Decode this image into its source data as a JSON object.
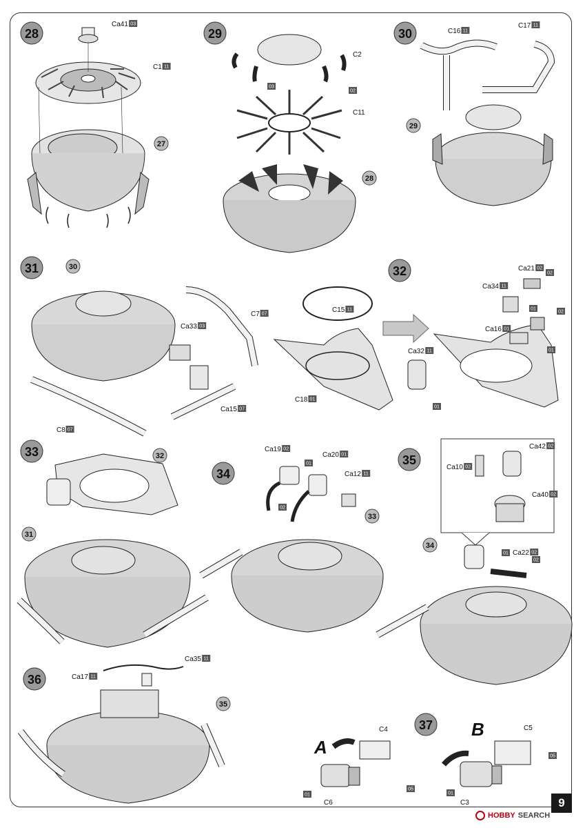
{
  "page_number": "9",
  "watermark": {
    "text": "HOBBY SEARCH",
    "part1": "HOBBY",
    "part2": "SEARCH"
  },
  "steps": [
    {
      "num": "28",
      "parts": [
        {
          "code": "Ca41",
          "color": "03"
        },
        {
          "code": "C1",
          "color": "11"
        }
      ],
      "refs": [
        "27"
      ]
    },
    {
      "num": "29",
      "parts": [
        {
          "code": "C2",
          "color": ""
        },
        {
          "code": "C11",
          "color": ""
        }
      ],
      "colors": [
        "03",
        "02"
      ],
      "refs": [
        "28"
      ]
    },
    {
      "num": "30",
      "parts": [
        {
          "code": "C16",
          "color": "11"
        },
        {
          "code": "C17",
          "color": "11"
        }
      ],
      "refs": [
        "29"
      ]
    },
    {
      "num": "31",
      "parts": [
        {
          "code": "C7",
          "color": "07"
        },
        {
          "code": "Ca33",
          "color": "03"
        },
        {
          "code": "Ca15",
          "color": "07"
        },
        {
          "code": "C8",
          "color": "07"
        }
      ],
      "refs": [
        "30"
      ]
    },
    {
      "num": "32",
      "parts": [
        {
          "code": "C15",
          "color": "11"
        },
        {
          "code": "C18",
          "color": "01"
        },
        {
          "code": "Ca21",
          "color": "02"
        },
        {
          "code": "Ca34",
          "color": "11"
        },
        {
          "code": "Ca16",
          "color": "01"
        },
        {
          "code": "Ca32",
          "color": "11"
        }
      ],
      "colors": [
        "01",
        "02",
        "01",
        "01"
      ]
    },
    {
      "num": "33",
      "refs": [
        "32",
        "31"
      ]
    },
    {
      "num": "34",
      "parts": [
        {
          "code": "Ca19",
          "color": "02"
        },
        {
          "code": "Ca20",
          "color": "01"
        },
        {
          "code": "Ca12",
          "color": "11"
        }
      ],
      "colors": [
        "02"
      ],
      "refs": [
        "33"
      ]
    },
    {
      "num": "35",
      "parts": [
        {
          "code": "Ca42",
          "color": "02"
        },
        {
          "code": "Ca10",
          "color": "02"
        },
        {
          "code": "Ca40",
          "color": "02"
        },
        {
          "code": "Ca22",
          "color": "02"
        }
      ],
      "colors": [
        "01"
      ],
      "refs": [
        "34"
      ]
    },
    {
      "num": "36",
      "parts": [
        {
          "code": "Ca17",
          "color": "11"
        },
        {
          "code": "Ca35",
          "color": "11"
        }
      ],
      "refs": [
        "35"
      ]
    },
    {
      "num": "37",
      "variants": [
        {
          "letter": "A",
          "parts": [
            {
              "code": "C4"
            },
            {
              "code": "C6"
            }
          ],
          "colors": [
            "01",
            "05"
          ]
        },
        {
          "letter": "B",
          "parts": [
            {
              "code": "C5"
            },
            {
              "code": "C3"
            }
          ],
          "colors": [
            "05",
            "01"
          ]
        }
      ]
    }
  ]
}
